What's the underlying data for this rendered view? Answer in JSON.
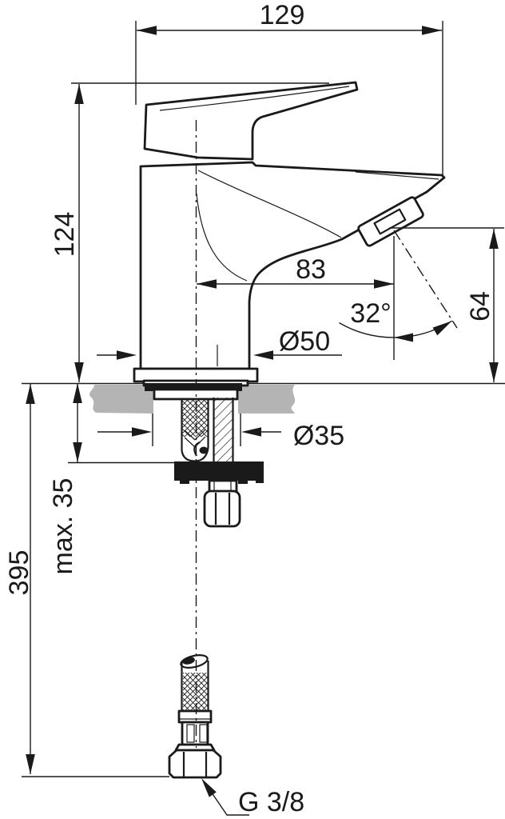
{
  "drawing": {
    "labels": {
      "overall_depth": "129",
      "height_above_deck": "124",
      "spout_reach": "83",
      "spout_angle": "32°",
      "outlet_height": "64",
      "base_diameter": "Ø50",
      "mounting_hole_diameter": "Ø35",
      "max_deck_thickness": "max. 35",
      "hose_clearance_length": "395",
      "connection_thread": "G 3/8"
    },
    "colors": {
      "line": "#1a1a1a",
      "countertop_fill": "#b4b4b4",
      "background": "#ffffff"
    }
  }
}
